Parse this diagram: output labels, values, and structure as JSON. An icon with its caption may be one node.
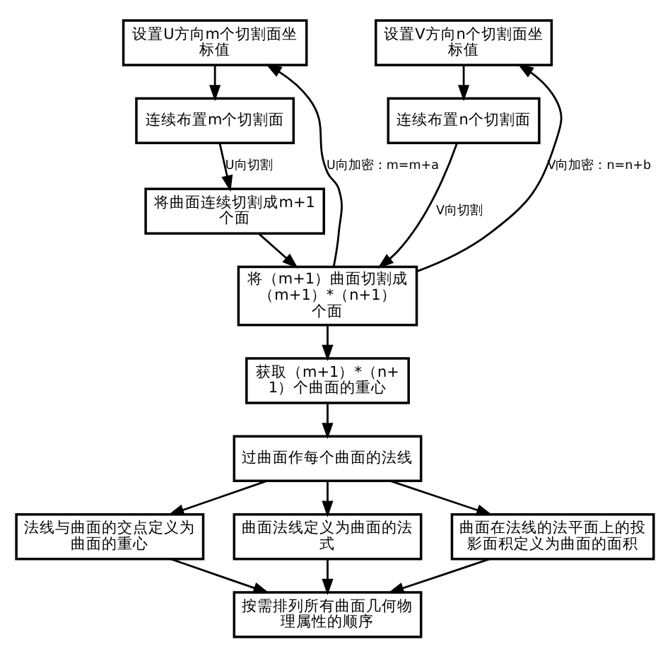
{
  "diagram": {
    "nodes": [
      {
        "text": [
          "设置U方向m个切割面坐标值"
        ]
      },
      {
        "text": [
          "设置V方向n个切割面坐标值"
        ]
      },
      {
        "text": [
          "连续布置m个切割面"
        ]
      },
      {
        "text": [
          "连续布置n个切割面"
        ]
      },
      {
        "text": [
          "将曲面连续切割成m+1个面"
        ]
      },
      {
        "text": [
          "将（m+1）曲面切割成（m+1）*（n+1）个面"
        ]
      },
      {
        "text": [
          "获取（m+1）*（n+1）个曲面的重心"
        ]
      },
      {
        "text": [
          "过曲面作每个曲面的法线"
        ]
      },
      {
        "text": [
          "法线与曲面的交点定义为曲面的重心"
        ]
      },
      {
        "text": [
          "曲面法线定义为曲面的法式"
        ]
      },
      {
        "text": [
          "曲面在法线的法平面上的投影面积定义为曲面的面积"
        ]
      },
      {
        "text": [
          "按需排列所有曲面几何物理属性的顺序"
        ]
      }
    ],
    "edges": [
      {
        "from": 0,
        "to": 2,
        "arrow": "to"
      },
      {
        "from": 1,
        "to": 3,
        "arrow": "to"
      },
      {
        "from": 2,
        "to": 4,
        "arrow": "to",
        "label": "U向切割"
      },
      {
        "from": 4,
        "to": 5,
        "arrow": "to"
      },
      {
        "from": 3,
        "to": 5,
        "arrow": "to",
        "label": "V向切割"
      },
      {
        "from": 5,
        "to": 0,
        "arrow": "to",
        "label": "U向加密：m=m+a"
      },
      {
        "from": 5,
        "to": 1,
        "arrow": "to",
        "label": "V向加密：n=n+b"
      },
      {
        "from": 5,
        "to": 6,
        "arrow": "to"
      },
      {
        "from": 6,
        "to": 7,
        "arrow": "to"
      },
      {
        "from": 7,
        "to": 8,
        "arrow": "to"
      },
      {
        "from": 7,
        "to": 9,
        "arrow": "to"
      },
      {
        "from": 7,
        "to": 10,
        "arrow": "to"
      },
      {
        "from": 8,
        "to": 11,
        "arrow": "to"
      },
      {
        "from": 9,
        "to": 11,
        "arrow": "to"
      },
      {
        "from": 10,
        "to": 11,
        "arrow": "to"
      }
    ]
  }
}
